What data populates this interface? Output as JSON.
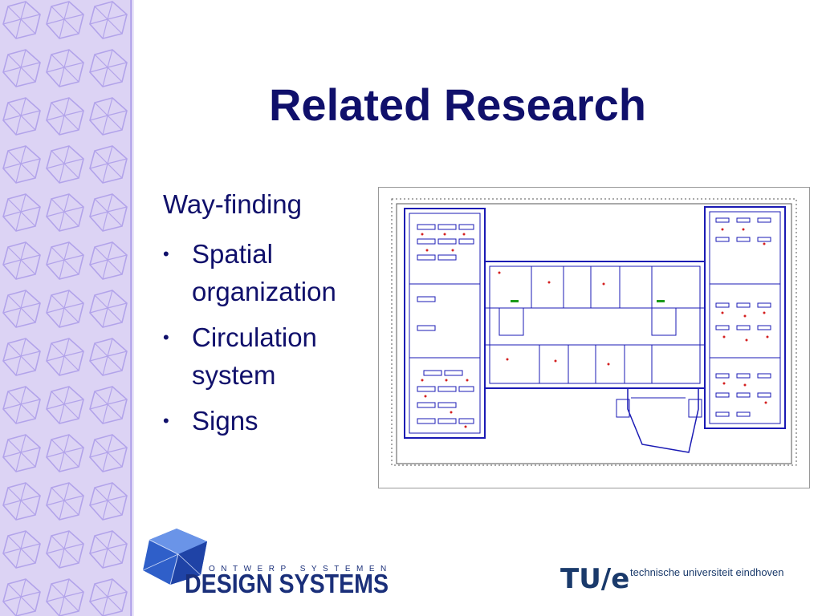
{
  "slide": {
    "title": "Related Research",
    "intro": "Way-finding",
    "bullets": [
      "Spatial organization",
      "Circulation system",
      "Signs"
    ]
  },
  "logos": {
    "design_systems_top": "ONTWERP SYSTEMEN",
    "design_systems_bottom": "DESIGN SYSTEMS",
    "tue_mark": "TU/e",
    "tue_name": "technische universiteit eindhoven"
  },
  "colors": {
    "title": "#10106b",
    "sidebar": "#dcd3f4",
    "plan_lines": "#1a1ab4"
  }
}
